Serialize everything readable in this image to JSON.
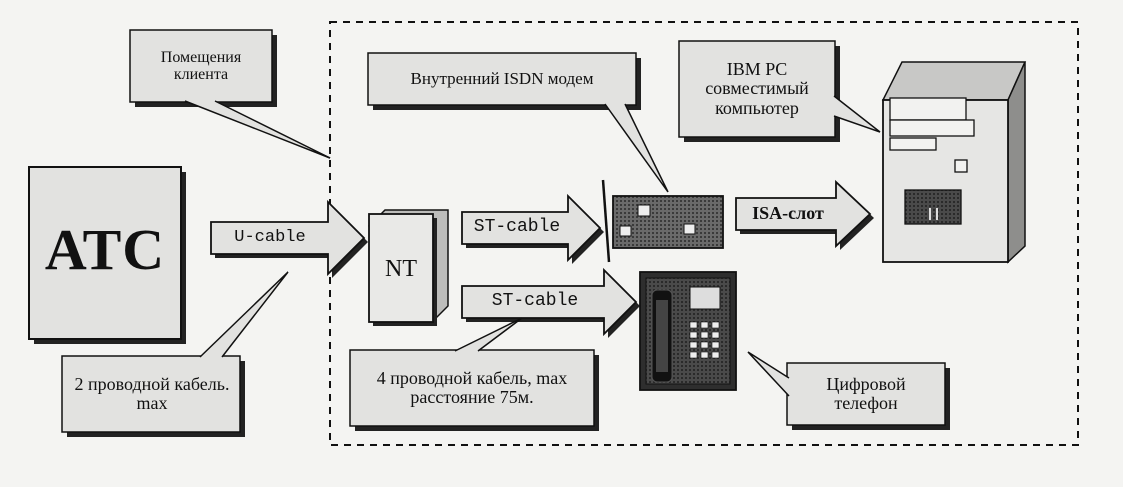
{
  "labels": {
    "atc": "АТС",
    "nt": "NT",
    "client_premises": "Помещения клиента",
    "isdn_modem": "Внутренний ISDN модем",
    "ibm_pc": "IBM PC совместимый компьютер",
    "two_wire": "2 проводной кабель. max",
    "four_wire": "4 проводной кабель, max расстояние 75м.",
    "digital_phone": "Цифровой телефон"
  },
  "connections": {
    "u_cable": "U-cable",
    "st_cable_modem": "ST-cable",
    "st_cable_phone": "ST-cable",
    "isa_slot": "ISA-слот"
  },
  "colors": {
    "ink": "#111111",
    "paper": "#f4f4f2",
    "box_fill": "#e2e2e0",
    "shadow": "#222222",
    "modem_fill": "#5a5a5a",
    "phone_fill": "#3a3a3a"
  }
}
